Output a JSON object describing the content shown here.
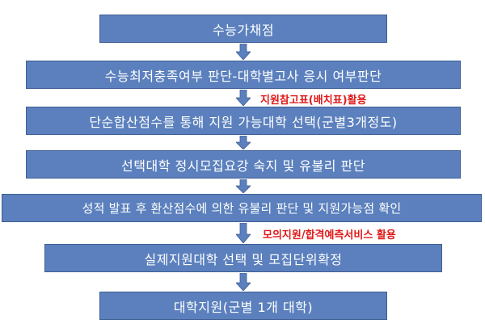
{
  "colors": {
    "box_fill": "#5b80bd",
    "box_text": "#ffffff",
    "note_text": "#e01818",
    "arrow": "#5b80bd"
  },
  "steps": [
    "수능가채점",
    "수능최저충족여부 판단-대학별고사 응시 여부판단",
    "단순합산점수를 통해 지원 가능대학 선택(군별3개정도)",
    "선택대학 정시모집요강 숙지 및 유불리 판단",
    "성적 발표 후 환산점수에 의한 유불리 판단 및 지원가능점 확인",
    "실제지원대학 선택 및 모집단위확정",
    "대학지원(군별 1개 대학)"
  ],
  "notes": [
    "지원참고표(배치표)활용",
    "모의지원/합격예측서비스 활용"
  ]
}
